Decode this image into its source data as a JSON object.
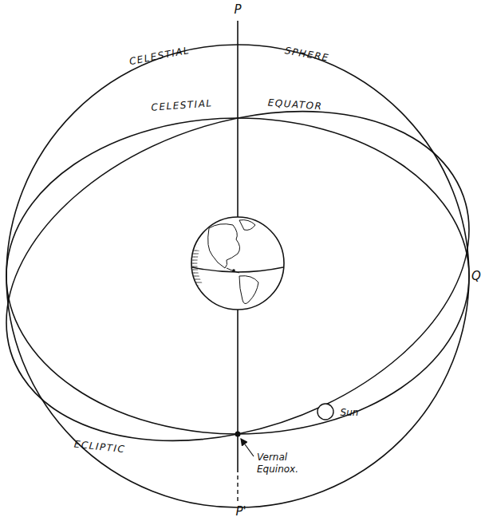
{
  "diagram": {
    "labels": [
      "P",
      "CELESTIAL",
      "SPHERE",
      "CELESTIAL",
      "EQUATOR",
      "Q",
      "Sun",
      "ECLIPTIC",
      "Vernal Equinox.",
      "P'"
    ]
  }
}
